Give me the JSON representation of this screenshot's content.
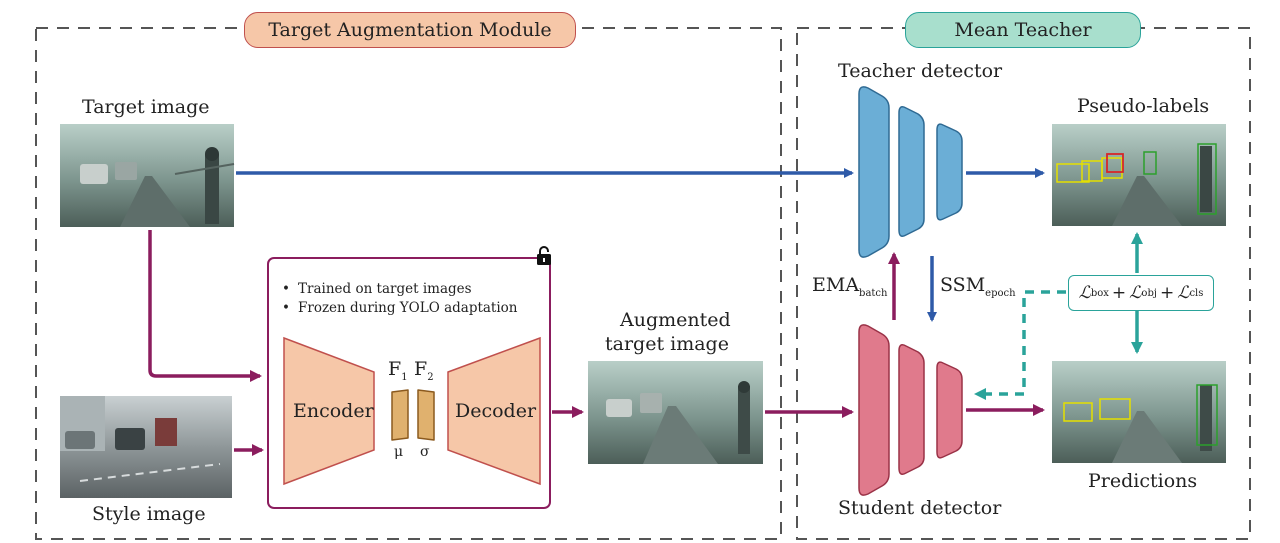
{
  "modules": {
    "tam_title": "Target Augmentation Module",
    "mt_title": "Mean Teacher"
  },
  "images": {
    "target": "Target image",
    "style": "Style image",
    "augmented_line1": "Augmented",
    "augmented_line2": "target image",
    "pseudo": "Pseudo-labels",
    "predictions": "Predictions"
  },
  "adain": {
    "bullet1": "Trained on target images",
    "bullet2": "Frozen during YOLO adaptation",
    "encoder": "Encoder",
    "decoder": "Decoder",
    "f1": "F",
    "f1_sub": "1",
    "f2": "F",
    "f2_sub": "2",
    "mu": "μ",
    "sigma": "σ"
  },
  "detectors": {
    "teacher": "Teacher detector",
    "student": "Student detector",
    "ema": "EMA",
    "ema_sub": "batch",
    "ssm": "SSM",
    "ssm_sub": "epoch"
  },
  "loss": {
    "symbol": "ℒ",
    "box": "box",
    "obj": "obj",
    "cls": "cls",
    "plus": "+"
  },
  "colors": {
    "tam_fill": "#f6c7a8",
    "tam_border": "#c0504d",
    "mt_fill": "#a8dfcd",
    "mt_border": "#2aa39a",
    "teacher": "#6baed6",
    "student": "#e07a8c",
    "enc_dec": "#f6c7a8",
    "feature": "#e0b16e",
    "blue_arrow": "#2e5aa8",
    "purple_arrow": "#8b1d5e",
    "teal_arrow": "#2aa39a",
    "dash": "#555555"
  }
}
